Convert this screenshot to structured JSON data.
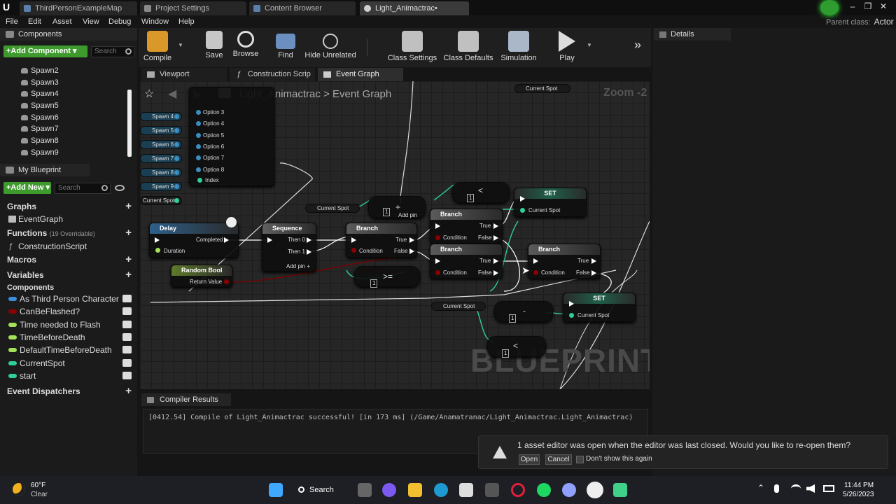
{
  "tabs": [
    "ThirdPersonExampleMap",
    "Project Settings",
    "Content Browser",
    "Light_Animactrac•"
  ],
  "window_controls": {
    "min": "–",
    "max": "❐",
    "close": "✕"
  },
  "parent_class": {
    "label": "Parent class:",
    "value": "Actor"
  },
  "menu": [
    "File",
    "Edit",
    "Asset",
    "View",
    "Debug",
    "Window",
    "Help"
  ],
  "components": {
    "title": "Components",
    "add_label": "+Add Component ▾",
    "search_placeholder": "Search",
    "items": [
      "Spawn2",
      "Spawn3",
      "Spawn4",
      "Spawn5",
      "Spawn6",
      "Spawn7",
      "Spawn8",
      "Spawn9"
    ]
  },
  "my_blueprint": {
    "title": "My Blueprint",
    "add_new": "+Add New ▾",
    "search_placeholder": "Search",
    "graphs_label": "Graphs",
    "event_graph": "EventGraph",
    "functions_label": "Functions",
    "functions_count": "(19 Overridable)",
    "construction": "ConstructionScript",
    "macros_label": "Macros",
    "variables_label": "Variables",
    "components_label": "Components",
    "variables": [
      {
        "name": "As Third Person Character",
        "color": "#3b8ed8"
      },
      {
        "name": "CanBeFlashed?",
        "color": "#8b0000"
      },
      {
        "name": "Time needed to Flash",
        "color": "#a5e05a"
      },
      {
        "name": "TimeBeforeDeath",
        "color": "#a5e05a"
      },
      {
        "name": "DefaultTimeBeforeDeath",
        "color": "#a5e05a"
      },
      {
        "name": "CurrentSpot",
        "color": "#2fcf9a"
      },
      {
        "name": "start",
        "color": "#2fcf9a"
      }
    ],
    "dispatchers_label": "Event Dispatchers"
  },
  "toolbar": [
    "Compile",
    "Save",
    "Browse",
    "Find",
    "Hide Unrelated",
    "Class Settings",
    "Class Defaults",
    "Simulation",
    "Play"
  ],
  "graph_tabs": [
    "Viewport",
    "Construction Scrip",
    "Event Graph"
  ],
  "breadcrumb": {
    "asset": "Light_Animactrac",
    "sep": ">",
    "graph": "Event Graph"
  },
  "zoom": "Zoom -2",
  "watermark": "BLUEPRINT",
  "details_title": "Details",
  "nodes": {
    "delay": {
      "title": "Delay",
      "completed": "Completed",
      "duration": "Duration"
    },
    "sequence": {
      "title": "Sequence",
      "then0": "Then 0",
      "then1": "Then 1",
      "addpin": "Add pin"
    },
    "branch_true": "True",
    "branch_false": "False",
    "branch_title": "Branch",
    "condition": "Condition",
    "random_bool": {
      "title": "Random Bool",
      "ret": "Return Value"
    },
    "set": "SET",
    "current_spot": "Current Spot",
    "index": "Index",
    "addpin": "Add pin",
    "options": [
      "Option 3",
      "Option 4",
      "Option 5",
      "Option 6",
      "Option 7",
      "Option 8"
    ],
    "spawns": [
      "Spawn 4",
      "Spawn 5",
      "Spawn 6",
      "Spawn 7",
      "Spawn 8",
      "Spawn 9"
    ],
    "lt": "<",
    "ge": ">=",
    "minus": "-",
    "one": "1",
    "plus": "+"
  },
  "compiler": {
    "title": "Compiler Results",
    "message": "[0412.54] Compile of Light_Animactrac successful! [in 173 ms] (/Game/Anamatranac/Light_Animactrac.Light_Animactrac)"
  },
  "notification": {
    "text": "1 asset editor was open when the editor was last closed. Would you like to re-open them?",
    "open": "Open",
    "cancel": "Cancel",
    "dont_show": "Don't show this again"
  },
  "taskbar": {
    "weather_temp": "60°F",
    "weather_desc": "Clear",
    "search": "Search",
    "time": "11:44 PM",
    "date": "5/26/2023"
  }
}
